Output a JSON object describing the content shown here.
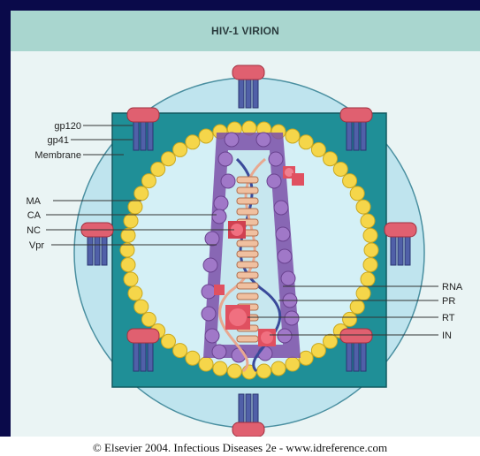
{
  "header": {
    "title": "HIV-1 VIRION"
  },
  "labels_left": [
    "gp120",
    "gp41",
    "Membrane",
    "MA",
    "CA",
    "NC",
    "Vpr"
  ],
  "labels_right": [
    "RNA",
    "PR",
    "RT",
    "IN"
  ],
  "footer": {
    "copyright": "© Elsevier 2004. Infectious Diseases 2e - www.idreference.com"
  },
  "colors": {
    "background": "#0a0a4a",
    "header": "#a9d6cf",
    "capsid_square": "#1f8f97",
    "envelope": "#bfe4ee",
    "lipid_bead": "#f5d64a",
    "protein_purple": "#8b5ab3",
    "gp120_red": "#e06070",
    "gp41_blue": "#5060a8"
  }
}
